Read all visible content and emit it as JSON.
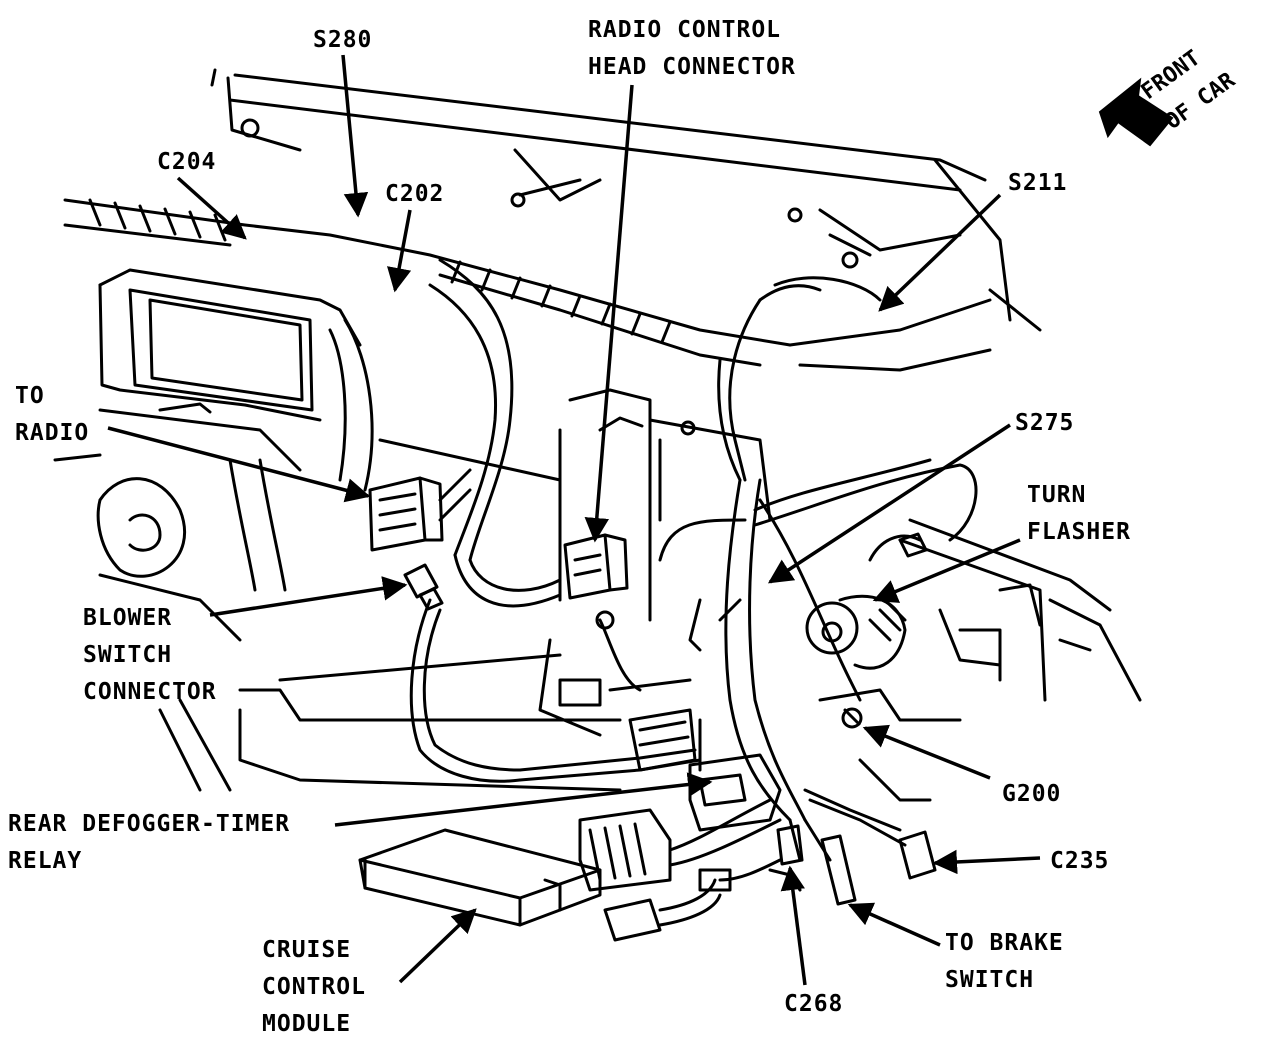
{
  "labels": {
    "s280": "S280",
    "radio_control": [
      "RADIO CONTROL",
      "HEAD CONNECTOR"
    ],
    "front_of_car": [
      "FRONT",
      "OF CAR"
    ],
    "c204": "C204",
    "c202": "C202",
    "s211": "S211",
    "to_radio": [
      "TO",
      "RADIO"
    ],
    "s275": "S275",
    "turn_flasher": [
      "TURN",
      "FLASHER"
    ],
    "blower_switch": [
      "BLOWER",
      "SWITCH",
      "CONNECTOR"
    ],
    "g200": "G200",
    "rear_defogger": [
      "REAR DEFOGGER-TIMER",
      "RELAY"
    ],
    "c235": "C235",
    "cruise_control": [
      "CRUISE",
      "CONTROL",
      "MODULE"
    ],
    "to_brake": [
      "TO BRAKE",
      "SWITCH"
    ],
    "c268": "C268"
  },
  "colors": {
    "ink": "#000000",
    "paper": "#ffffff"
  }
}
